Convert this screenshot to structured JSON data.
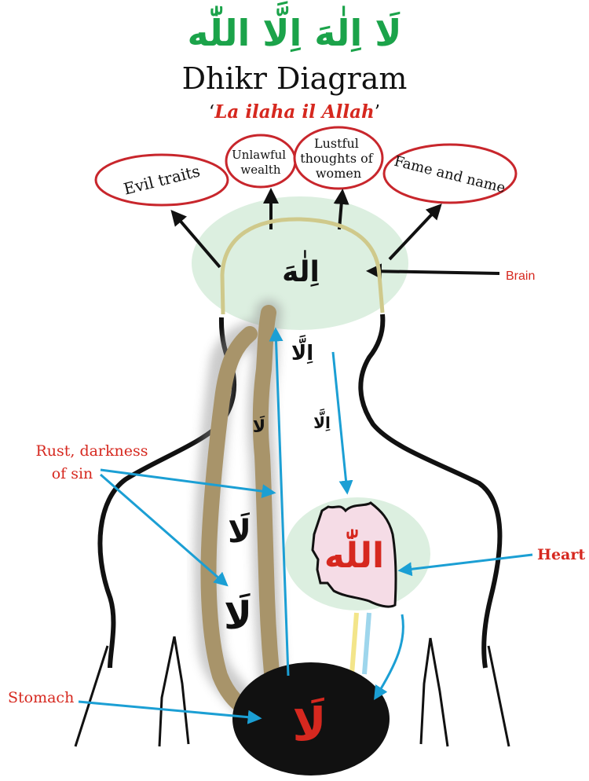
{
  "header": {
    "arabic_title": "لَا اِلٰهَ اِلَّا اللّٰه",
    "title": "Dhikr Diagram",
    "subtitle_quote_open": "‘",
    "subtitle": "La ilaha il Allah",
    "subtitle_quote_close": "’"
  },
  "bubbles": {
    "evil_traits": "Evil traits",
    "unlawful_wealth": [
      "Unlawful",
      "wealth"
    ],
    "lustful_thoughts": [
      "Lustful",
      "thoughts of",
      "women"
    ],
    "fame_and_name": "Fame and name"
  },
  "labels": {
    "brain": "Brain",
    "heart": "Heart",
    "stomach": "Stomach",
    "rust_darkness_of_sin": [
      "Rust, darkness",
      "of sin"
    ]
  },
  "arabic_words": {
    "brain": "اِلٰهَ",
    "neck_illa": "اِلَّا",
    "neck_illa_small": "اِلَّا",
    "la_small": "لَا",
    "la_large_1": "لَا",
    "la_large_2": "لَا",
    "heart": "اللّٰه",
    "stomach": "لَا"
  },
  "colors": {
    "arabic_title": "#1ba34a",
    "accent_red": "#d6281f",
    "bubble_border": "#c8262c",
    "brain_glow": "#dcefe0",
    "heart_glow": "#dcefe0",
    "heart_fill": "#f5dce6",
    "rust": "#a8946a",
    "arrow_blue": "#1b9fd4",
    "arrow_black": "#111111",
    "skull_line": "#cfc98b",
    "stomach": "#111111"
  },
  "icons": {
    "evil_traits_arrow": "arrow-up-left",
    "unlawful_wealth_arrow": "arrow-up",
    "lustful_thoughts_arrow": "arrow-up",
    "fame_and_name_arrow": "arrow-up-right"
  }
}
